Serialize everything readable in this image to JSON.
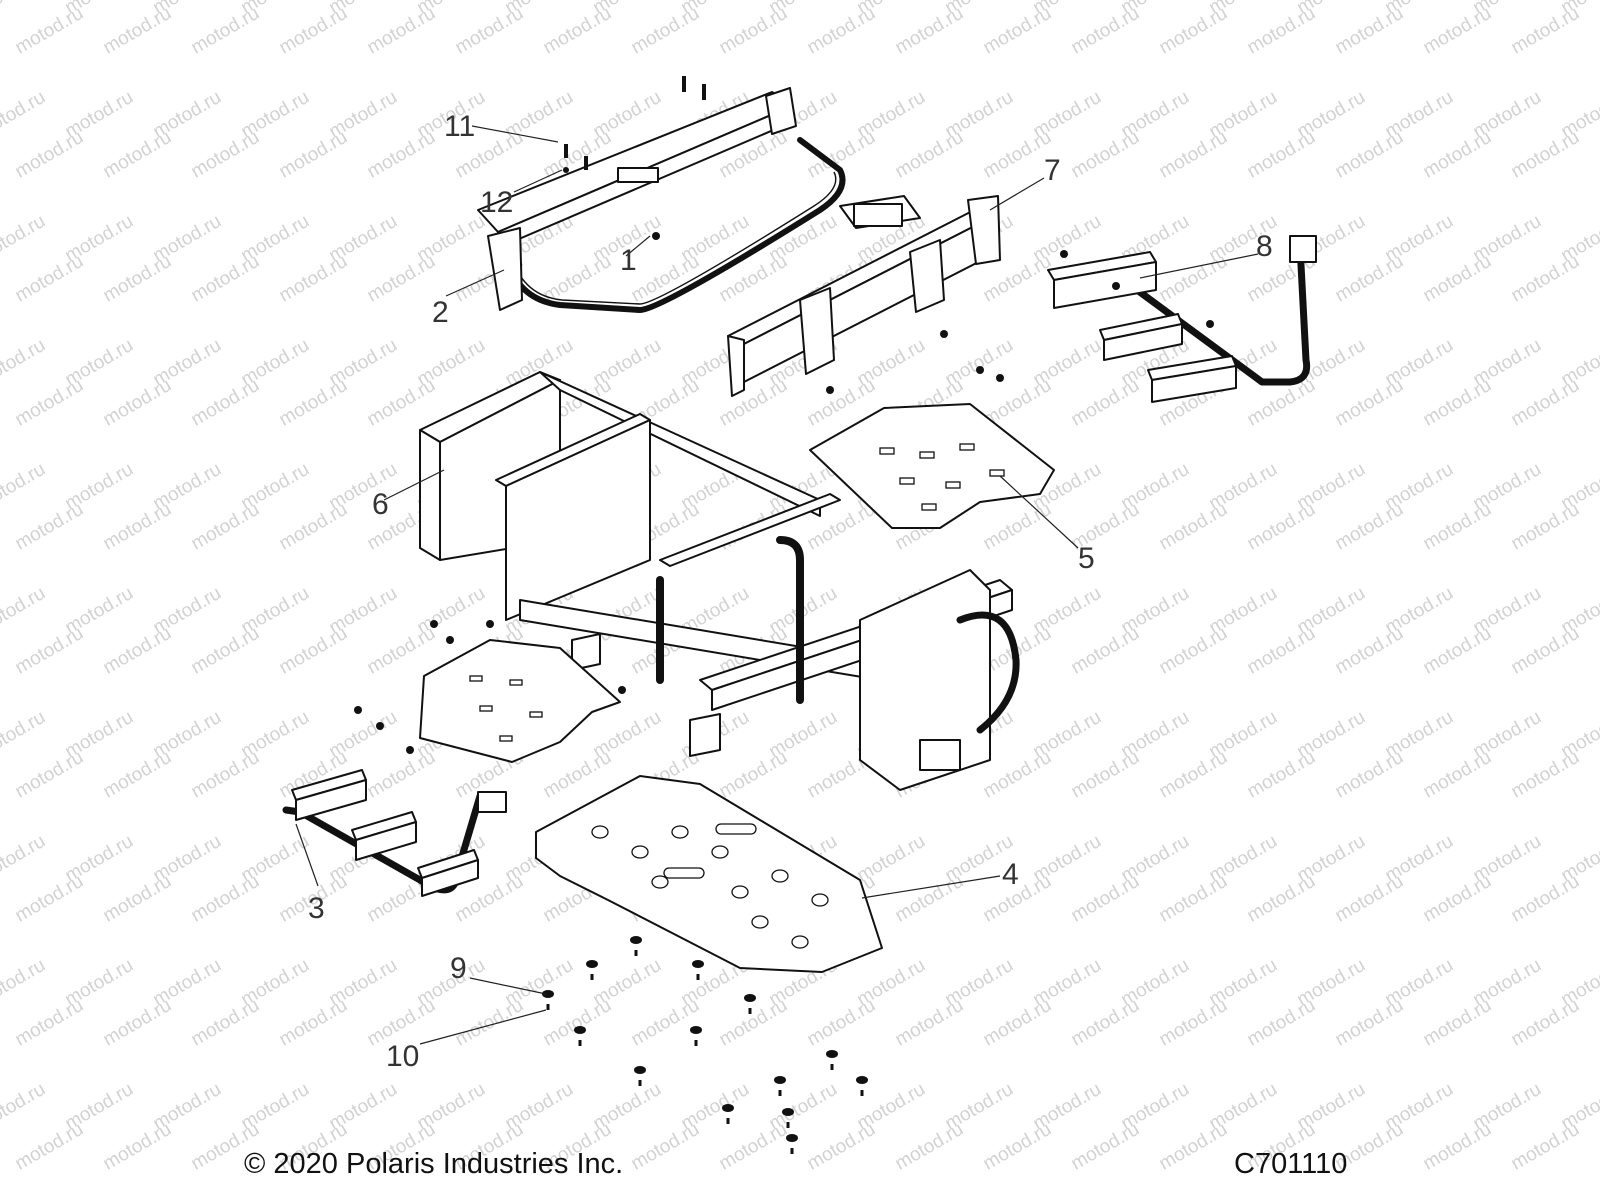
{
  "watermark": {
    "text": "motod.ru"
  },
  "callouts": [
    {
      "id": "1",
      "label": "1"
    },
    {
      "id": "2",
      "label": "2"
    },
    {
      "id": "3",
      "label": "3"
    },
    {
      "id": "4",
      "label": "4"
    },
    {
      "id": "5",
      "label": "5"
    },
    {
      "id": "6",
      "label": "6"
    },
    {
      "id": "7",
      "label": "7"
    },
    {
      "id": "8",
      "label": "8"
    },
    {
      "id": "9",
      "label": "9"
    },
    {
      "id": "10",
      "label": "10"
    },
    {
      "id": "11",
      "label": "11"
    },
    {
      "id": "12",
      "label": "12"
    }
  ],
  "footer": {
    "copyright": "© 2020 Polaris Industries Inc.",
    "drawing_code": "C701110"
  }
}
